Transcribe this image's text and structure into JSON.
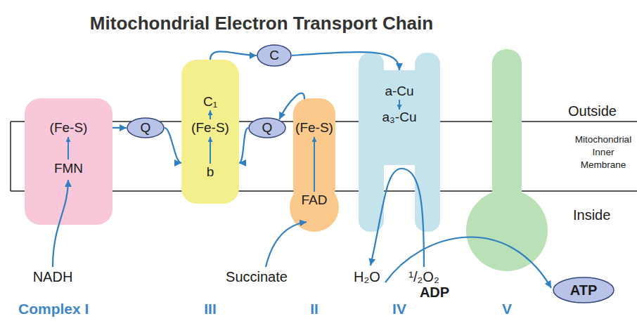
{
  "diagram": {
    "title": "Mitochondrial Electron Transport Chain",
    "nodes": [
      {
        "text": [
          "(Fe-S)",
          "FMN"
        ]
      },
      {
        "text": [
          "Q"
        ]
      },
      {
        "text": [
          "C₁",
          "(Fe-S)",
          "b"
        ]
      },
      {
        "text": [
          "C"
        ]
      },
      {
        "text": [
          "Q"
        ]
      },
      {
        "text": [
          "(Fe-S)",
          "FAD"
        ]
      },
      {
        "text": [
          "a-Cu",
          "a₃-Cu"
        ]
      },
      {
        "text": [
          "ATP"
        ]
      }
    ],
    "edges": [
      {
        "from": 0,
        "to": 1,
        "arrow": "to"
      },
      {
        "from": 1,
        "to": 2,
        "arrow": "to"
      },
      {
        "from": 2,
        "to": 3,
        "arrow": "to"
      },
      {
        "from": 3,
        "to": 6,
        "arrow": "to"
      },
      {
        "from": 5,
        "to": 4,
        "arrow": "to"
      },
      {
        "from": 4,
        "to": 2,
        "arrow": "to"
      }
    ],
    "labels": [
      "Outside",
      "Mitochondrial Inner Membrane",
      "Inside",
      "NADH",
      "Succinate",
      "H₂O",
      "¹/₂O₂",
      "ADP",
      "Complex I",
      "III",
      "II",
      "IV",
      "V"
    ]
  }
}
